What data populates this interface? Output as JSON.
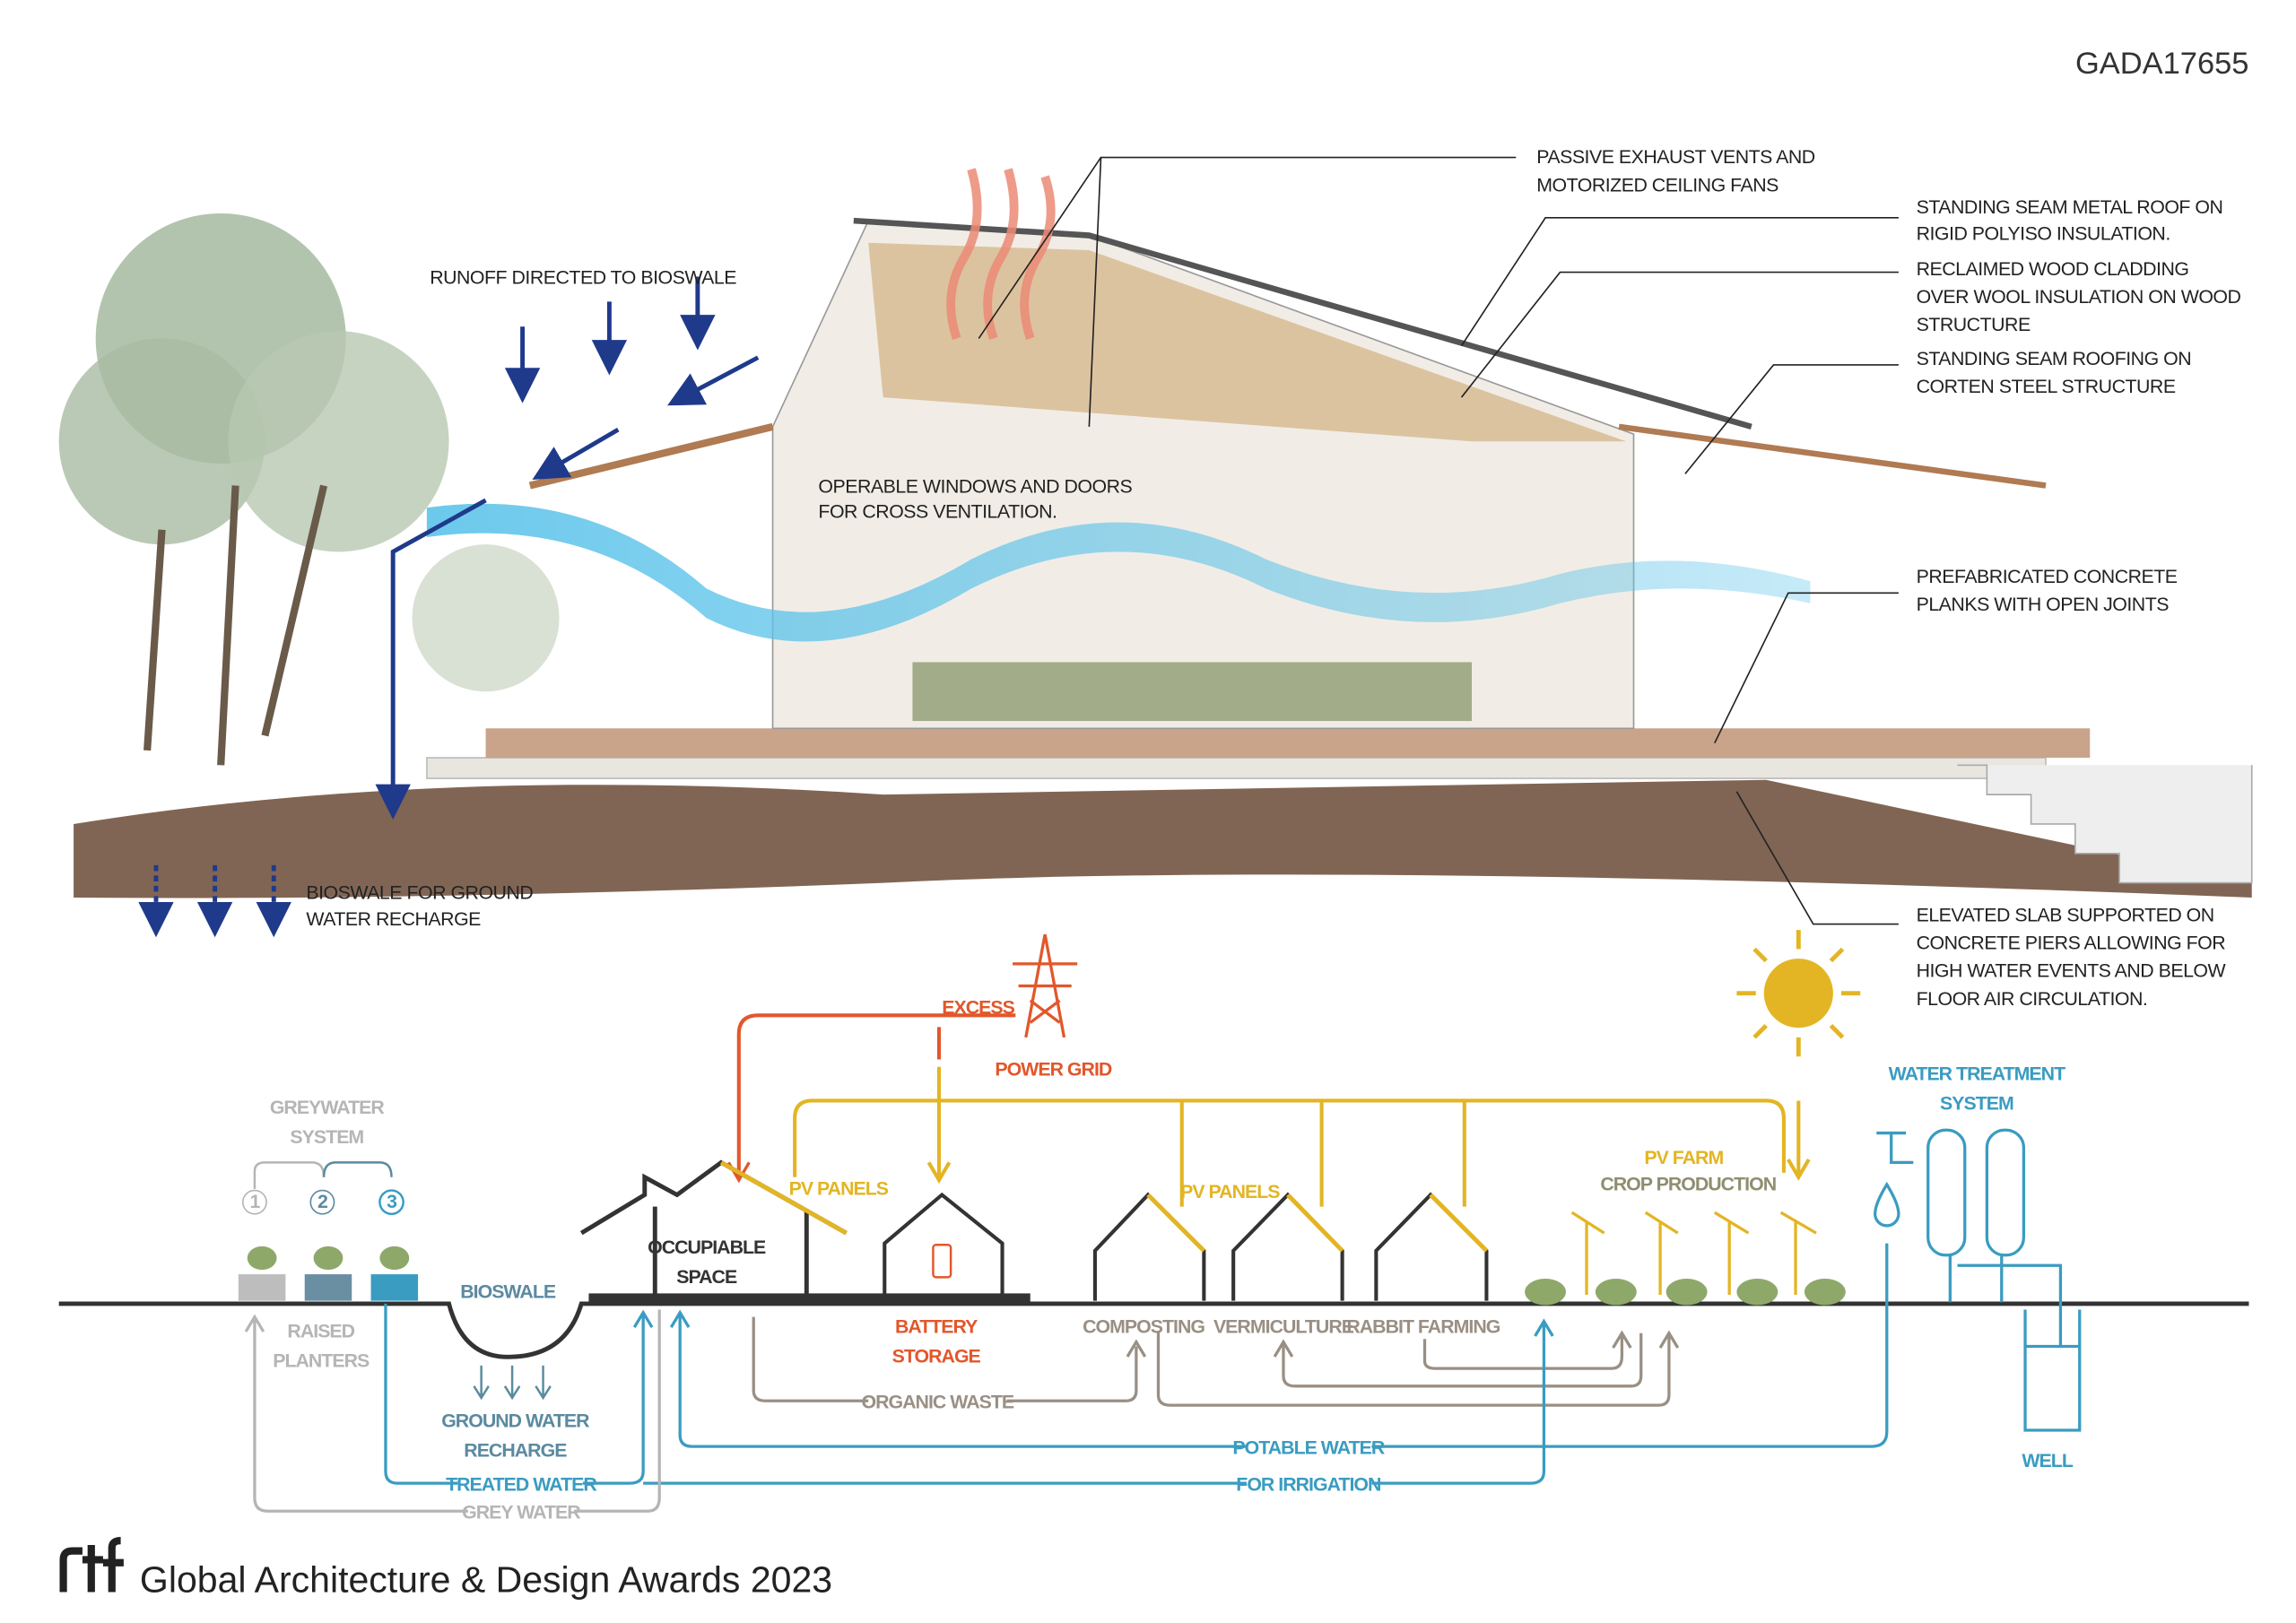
{
  "header": {
    "code": "GADA17655"
  },
  "section": {
    "callouts": {
      "exhaust": [
        "PASSIVE EXHAUST VENTS AND",
        "MOTORIZED CEILING FANS"
      ],
      "metal_roof": [
        "STANDING SEAM METAL ROOF ON",
        "RIGID POLYISO INSULATION."
      ],
      "cladding": [
        "RECLAIMED WOOD CLADDING",
        "OVER WOOL INSULATION ON WOOD",
        "STRUCTURE"
      ],
      "corten": [
        "STANDING SEAM ROOFING ON",
        "CORTEN STEEL STRUCTURE"
      ],
      "planks": [
        "PREFABRICATED CONCRETE",
        "PLANKS WITH OPEN JOINTS"
      ],
      "slab": [
        "ELEVATED SLAB SUPPORTED ON",
        "CONCRETE PIERS ALLOWING FOR",
        "HIGH WATER EVENTS AND BELOW",
        "FLOOR AIR CIRCULATION."
      ],
      "runoff": [
        "RUNOFF DIRECTED TO BIOSWALE"
      ],
      "windows": [
        "OPERABLE WINDOWS AND DOORS",
        "FOR CROSS VENTILATION."
      ],
      "bioswale": [
        "BIOSWALE FOR GROUND",
        "WATER RECHARGE"
      ]
    }
  },
  "diagram": {
    "greywater_system": [
      "GREYWATER",
      "SYSTEM"
    ],
    "planter_numbers": [
      "1",
      "2",
      "3"
    ],
    "raised_planters": [
      "RAISED",
      "PLANTERS"
    ],
    "bioswale": "BIOSWALE",
    "ground_water": [
      "GROUND WATER",
      "RECHARGE"
    ],
    "occupiable": [
      "OCCUPIABLE",
      "SPACE"
    ],
    "pv_panels_1": "PV PANELS",
    "pv_panels_2": "PV PANELS",
    "excess": "EXCESS",
    "power_grid": "POWER GRID",
    "battery": [
      "BATTERY",
      "STORAGE"
    ],
    "composting": "COMPOSTING",
    "vermiculture": "VERMICULTURE",
    "rabbit": "RABBIT FARMING",
    "pv_farm": "PV FARM",
    "crop": "CROP PRODUCTION",
    "water_treatment": [
      "WATER TREATMENT",
      "SYSTEM"
    ],
    "well": "WELL",
    "organic_waste": "ORGANIC WASTE",
    "potable_water": "POTABLE WATER",
    "for_irrigation": "FOR IRRIGATION",
    "treated_water": "TREATED WATER",
    "grey_water": "GREY WATER"
  },
  "colors": {
    "energy": "#e3b524",
    "grid": "#e2572b",
    "water": "#3a9cc1",
    "waste": "#9a8f84",
    "grey": "#b5b5b5",
    "runoff": "#1f3a8a"
  },
  "footer": {
    "logo": "rtf",
    "title": "Global Architecture & Design Awards 2023"
  }
}
